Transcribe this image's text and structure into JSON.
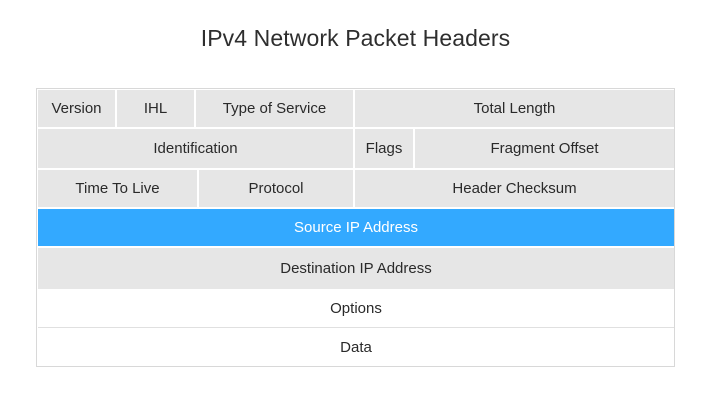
{
  "title": "IPv4 Network Packet Headers",
  "colors": {
    "field_bg": "#e6e6e6",
    "highlight_bg": "#33a9ff",
    "highlight_text": "#ffffff",
    "plain_bg": "#ffffff"
  },
  "rows": [
    {
      "fields": [
        {
          "label": "Version"
        },
        {
          "label": "IHL"
        },
        {
          "label": "Type of Service"
        },
        {
          "label": "Total Length"
        }
      ]
    },
    {
      "fields": [
        {
          "label": "Identification"
        },
        {
          "label": "Flags"
        },
        {
          "label": "Fragment Offset"
        }
      ]
    },
    {
      "fields": [
        {
          "label": "Time To Live"
        },
        {
          "label": "Protocol"
        },
        {
          "label": "Header Checksum"
        }
      ]
    },
    {
      "fields": [
        {
          "label": "Source IP Address",
          "highlighted": true
        }
      ]
    },
    {
      "fields": [
        {
          "label": "Destination IP Address"
        }
      ]
    },
    {
      "fields": [
        {
          "label": "Options"
        }
      ]
    },
    {
      "fields": [
        {
          "label": "Data"
        }
      ]
    }
  ]
}
